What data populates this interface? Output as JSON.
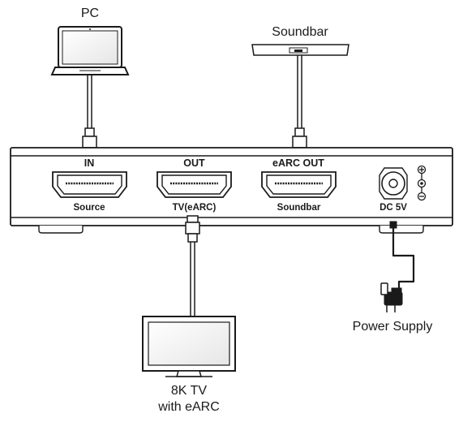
{
  "devices": {
    "pc": "PC",
    "soundbar": "Soundbar",
    "tv_line1": "8K TV",
    "tv_line2": "with eARC",
    "power": "Power Supply"
  },
  "ports": {
    "in_title": "IN",
    "in_sub": "Source",
    "out_title": "OUT",
    "out_sub": "TV(eARC)",
    "earc_title": "eARC OUT",
    "earc_sub": "Soundbar",
    "dc_sub": "DC 5V"
  },
  "polarity": {
    "plus": "+",
    "minus": "−"
  },
  "colors": {
    "line": "#1a1a1a",
    "panel": "#ffffff",
    "shade": "#d9d9d9"
  }
}
